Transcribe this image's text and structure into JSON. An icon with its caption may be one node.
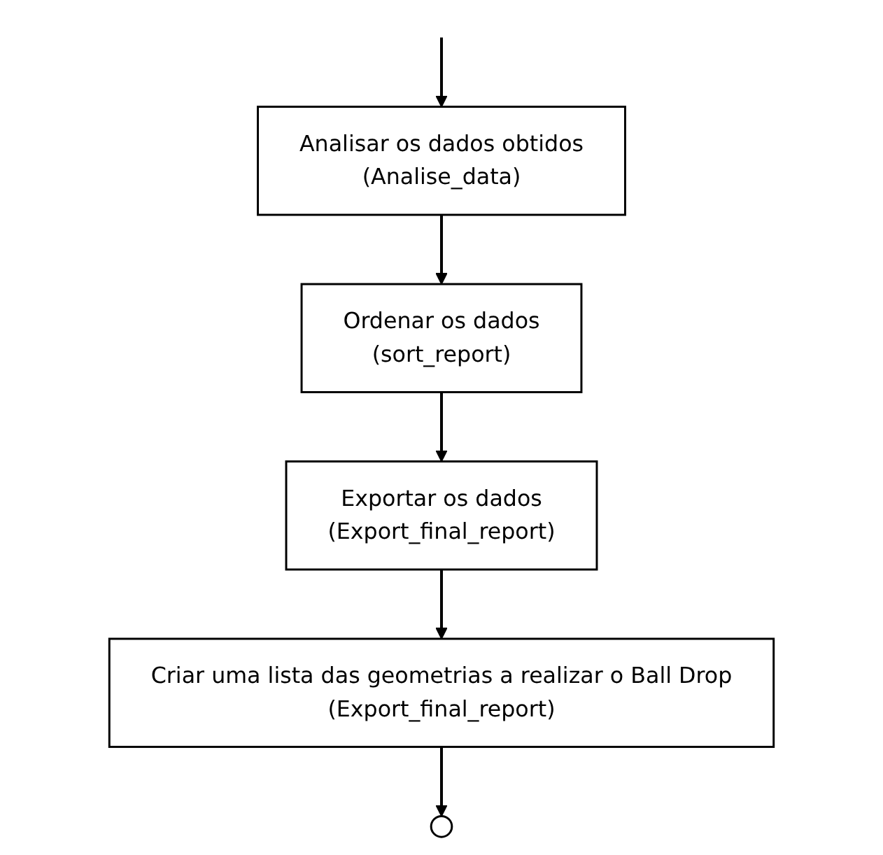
{
  "diagram": {
    "nodes": [
      {
        "text": [
          "Analisar os dados obtidos",
          "(Analise_data)"
        ]
      },
      {
        "text": [
          "Ordenar os dados",
          "(sort_report)"
        ]
      },
      {
        "text": [
          "Exportar os dados",
          "(Export_final_report)"
        ]
      },
      {
        "text": [
          "Criar uma lista das geometrias a realizar o Ball Drop",
          "(Export_final_report)"
        ]
      },
      {
        "text": [],
        "shape": "circle"
      }
    ],
    "edges": [
      {
        "from": null,
        "to": 0,
        "arrow": "to"
      },
      {
        "from": 0,
        "to": 1,
        "arrow": "to"
      },
      {
        "from": 1,
        "to": 2,
        "arrow": "to"
      },
      {
        "from": 2,
        "to": 3,
        "arrow": "to"
      },
      {
        "from": 3,
        "to": 4,
        "arrow": "to"
      }
    ]
  }
}
